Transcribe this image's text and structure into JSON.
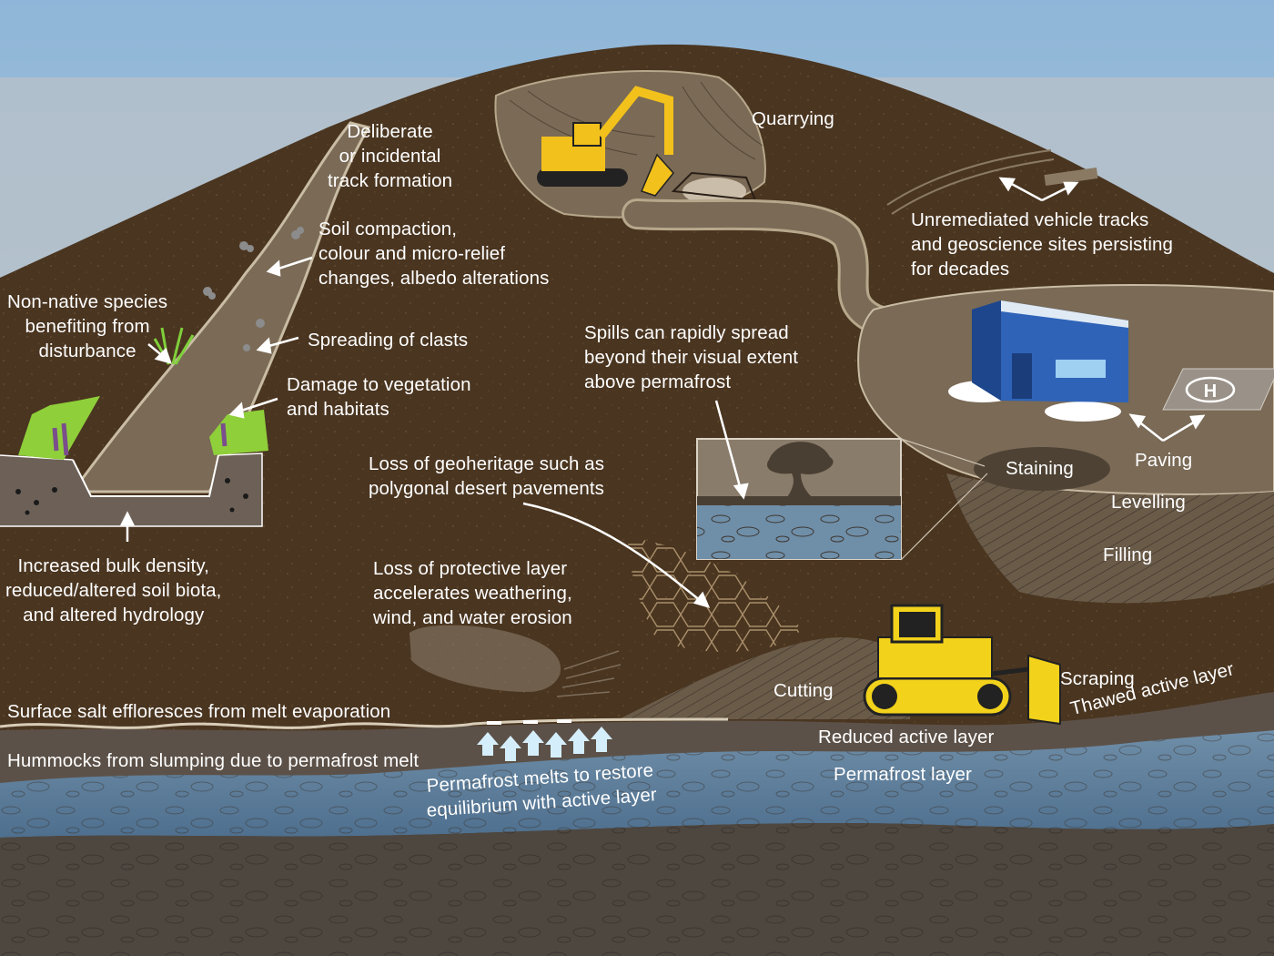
{
  "colors": {
    "sky_top": "#8fb6d8",
    "sky_bottom": "#c3cfd8",
    "soil": "#4a3520",
    "soil_light": "#6b5a45",
    "disturbed_ground": "#7a6a56",
    "permafrost": "#5f7f9c",
    "active_layer": "#5c5148",
    "deep_ground": "#4e4740",
    "vegetation": "#8fcf3a",
    "machinery_yellow": "#f2d21b",
    "hut_blue": "#2f63b8",
    "label_text": "#ffffff"
  },
  "icons": [
    "excavator-icon",
    "bulldozer-icon",
    "helipad-icon",
    "field-hut-icon",
    "vegetation-icon",
    "arrow-icon"
  ],
  "labels": {
    "quarrying": "Quarrying",
    "track_formation": "Deliberate\nor incidental\ntrack formation",
    "soil_compaction": "Soil compaction,\ncolour and micro-relief\nchanges, albedo alterations",
    "non_native": "Non-native species\nbenefiting from\ndisturbance",
    "spreading_clasts": "Spreading of clasts",
    "damage_vegetation": "Damage to vegetation\nand habitats",
    "bulk_density": "Increased bulk density,\nreduced/altered soil biota,\nand altered hydrology",
    "unremediated_tracks": "Unremediated vehicle tracks\nand geoscience sites persisting\nfor decades",
    "spills": "Spills can rapidly spread\nbeyond their visual extent\nabove permafrost",
    "geoheritage": "Loss of geoheritage such as\npolygonal desert pavements",
    "protective_layer": "Loss of protective layer\naccelerates weathering,\nwind, and water erosion",
    "staining": "Staining",
    "paving": "Paving",
    "levelling": "Levelling",
    "filling": "Filling",
    "cutting": "Cutting",
    "scraping": "Scraping",
    "thawed_active_layer": "Thawed active layer",
    "reduced_active_layer": "Reduced active layer",
    "permafrost_layer": "Permafrost layer",
    "salt_effloresces": "Surface salt effloresces from melt evaporation",
    "hummocks": "Hummocks from slumping due to permafrost melt",
    "permafrost_melts": "Permafrost melts to restore\nequilibrium with active layer"
  }
}
